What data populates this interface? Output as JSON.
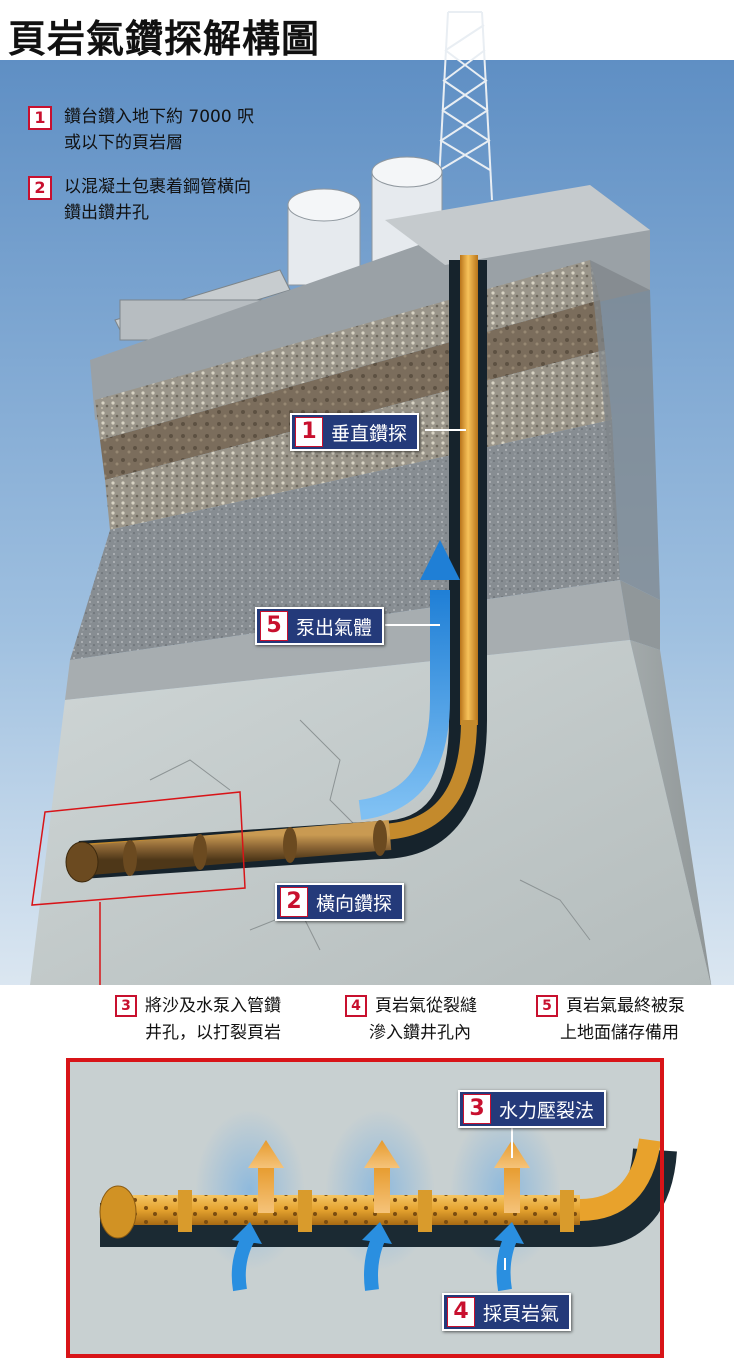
{
  "title": "頁岩氣鑽探解構圖",
  "steps": [
    {
      "num": "1",
      "line1": "鑽台鑽入地下約 7000 呎",
      "line2": "或以下的頁岩層"
    },
    {
      "num": "2",
      "line1": "以混凝土包裹着鋼管橫向",
      "line2": "鑽出鑽井孔"
    }
  ],
  "tags": {
    "vertical": {
      "num": "1",
      "label": "垂直鑽探"
    },
    "pump": {
      "num": "5",
      "label": "泵出氣體"
    },
    "horizontal": {
      "num": "2",
      "label": "橫向鑽探"
    },
    "frack": {
      "num": "3",
      "label": "水力壓裂法"
    },
    "gas": {
      "num": "4",
      "label": "採頁岩氣"
    }
  },
  "bottom_steps": [
    {
      "num": "3",
      "line1": "將沙及水泵入管鑽",
      "line2": "井孔，以打裂頁岩"
    },
    {
      "num": "4",
      "line1": "頁岩氣從裂縫",
      "line2": "滲入鑽井孔內"
    },
    {
      "num": "5",
      "line1": "頁岩氣最終被泵",
      "line2": "上地面儲存備用"
    }
  ],
  "colors": {
    "accent_red": "#c8102e",
    "tag_bg": "#243a7a",
    "pipe": "#e8a22c",
    "gas_arrow": "#2a8fe0"
  }
}
